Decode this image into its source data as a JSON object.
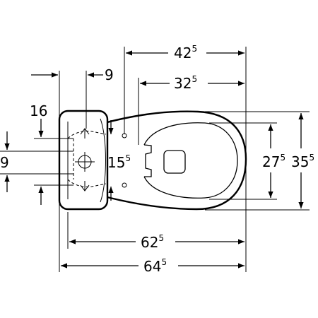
{
  "drawing": {
    "dimensions": {
      "top_overall": {
        "main": "42",
        "sup": "5"
      },
      "top_inner": {
        "main": "32",
        "sup": "5"
      },
      "offset_9": {
        "main": "9"
      },
      "offset_16": {
        "main": "16"
      },
      "left_9": {
        "main": "9"
      },
      "fix_spacing": {
        "main": "15",
        "sup": "5"
      },
      "inner_width": {
        "main": "27",
        "sup": "5"
      },
      "outer_width": {
        "main": "35",
        "sup": "5"
      },
      "length_625": {
        "main": "62",
        "sup": "5"
      },
      "length_645": {
        "main": "64",
        "sup": "5"
      }
    }
  }
}
